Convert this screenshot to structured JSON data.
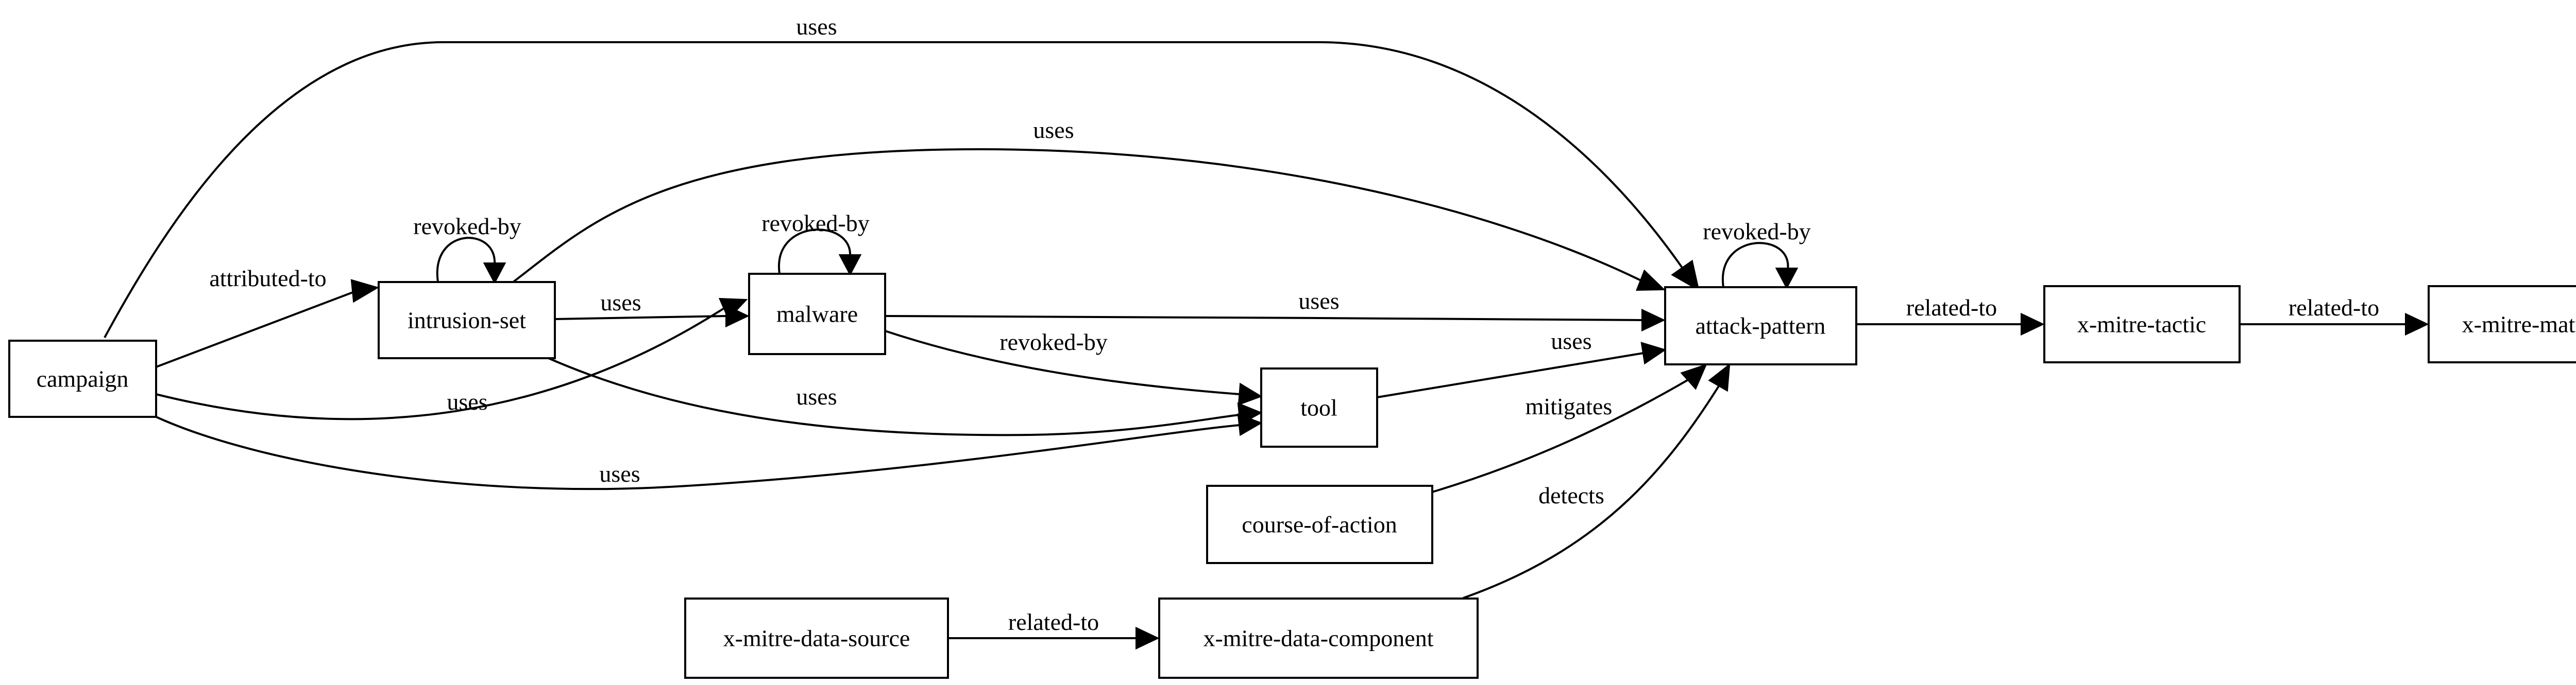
{
  "nodes": {
    "campaign": "campaign",
    "intrusion_set": "intrusion-set",
    "malware": "malware",
    "tool": "tool",
    "attack_pattern": "attack-pattern",
    "course_of_action": "course-of-action",
    "x_mitre_data_source": "x-mitre-data-source",
    "x_mitre_data_component": "x-mitre-data-component",
    "x_mitre_tactic": "x-mitre-tactic",
    "x_mitre_matrix": "x-mitre-matrix"
  },
  "edges": [
    {
      "from": "campaign",
      "to": "attack-pattern",
      "label": "uses"
    },
    {
      "from": "campaign",
      "to": "intrusion-set",
      "label": "attributed-to"
    },
    {
      "from": "campaign",
      "to": "malware",
      "label": "uses"
    },
    {
      "from": "campaign",
      "to": "tool",
      "label": "uses"
    },
    {
      "from": "intrusion-set",
      "to": "intrusion-set",
      "label": "revoked-by"
    },
    {
      "from": "intrusion-set",
      "to": "attack-pattern",
      "label": "uses"
    },
    {
      "from": "intrusion-set",
      "to": "malware",
      "label": "uses"
    },
    {
      "from": "intrusion-set",
      "to": "tool",
      "label": "uses"
    },
    {
      "from": "malware",
      "to": "malware",
      "label": "revoked-by"
    },
    {
      "from": "malware",
      "to": "attack-pattern",
      "label": "uses"
    },
    {
      "from": "malware",
      "to": "tool",
      "label": "revoked-by"
    },
    {
      "from": "tool",
      "to": "attack-pattern",
      "label": "uses"
    },
    {
      "from": "course-of-action",
      "to": "attack-pattern",
      "label": "mitigates"
    },
    {
      "from": "x-mitre-data-component",
      "to": "attack-pattern",
      "label": "detects"
    },
    {
      "from": "x-mitre-data-source",
      "to": "x-mitre-data-component",
      "label": "related-to"
    },
    {
      "from": "attack-pattern",
      "to": "attack-pattern",
      "label": "revoked-by"
    },
    {
      "from": "attack-pattern",
      "to": "x-mitre-tactic",
      "label": "related-to"
    },
    {
      "from": "x-mitre-tactic",
      "to": "x-mitre-matrix",
      "label": "related-to"
    }
  ]
}
